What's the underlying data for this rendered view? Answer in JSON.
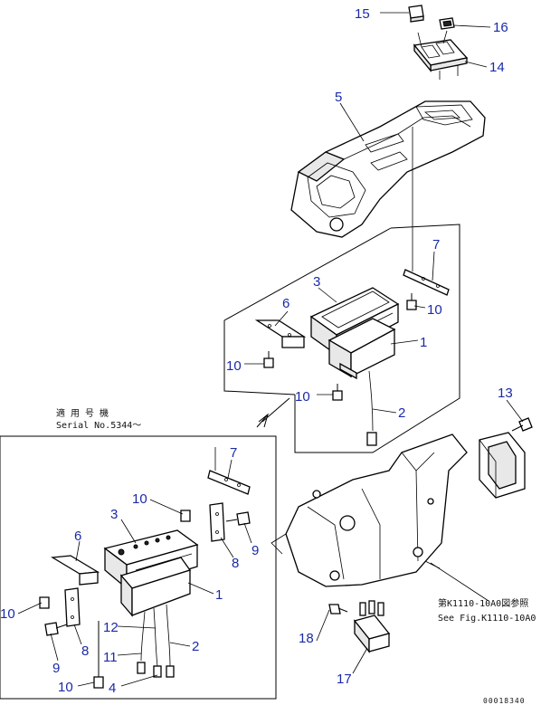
{
  "callouts": {
    "c1a": "1",
    "c1b": "1",
    "c2a": "2",
    "c2b": "2",
    "c3a": "3",
    "c3b": "3",
    "c4": "4",
    "c5": "5",
    "c6a": "6",
    "c6b": "6",
    "c7a": "7",
    "c7b": "7",
    "c8a": "8",
    "c8b": "8",
    "c9a": "9",
    "c9b": "9",
    "c10a": "10",
    "c10b": "10",
    "c10c": "10",
    "c10d": "10",
    "c10e": "10",
    "c10f": "10",
    "c11": "11",
    "c12": "12",
    "c13": "13",
    "c14": "14",
    "c15": "15",
    "c16": "16",
    "c17": "17",
    "c18": "18"
  },
  "inset_note": {
    "line1": "適 用 号 機",
    "line2": "Serial No.5344～"
  },
  "reference_note": {
    "line1": "第K1110-10A0図参照",
    "line2": "See Fig.K1110-10A0"
  },
  "drawing_code": "00018340"
}
